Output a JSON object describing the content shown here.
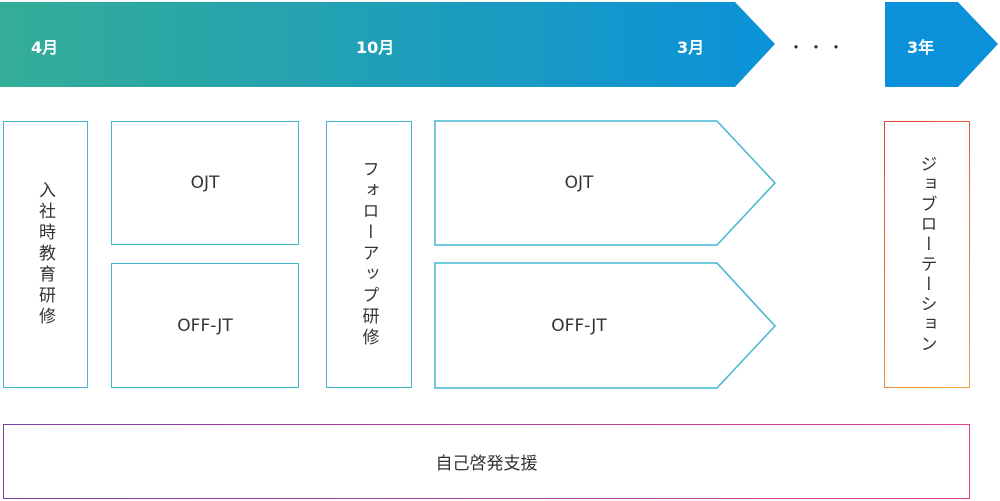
{
  "timeline": {
    "labels": [
      "4月",
      "10月",
      "3月"
    ],
    "ellipsis": "・・・",
    "end_label": "3年",
    "colors": {
      "start": "#34ad97",
      "end": "#0b91d9"
    }
  },
  "stage1": {
    "label": "入社時教育研修"
  },
  "stage2": {
    "ojt": "OJT",
    "offjt": "OFF-JT"
  },
  "stage3": {
    "label": "フォローアップ研修"
  },
  "stage4": {
    "ojt": "OJT",
    "offjt": "OFF-JT"
  },
  "rotation": {
    "label": "ジョブローテーション"
  },
  "self_dev": {
    "label": "自己啓発支援"
  }
}
